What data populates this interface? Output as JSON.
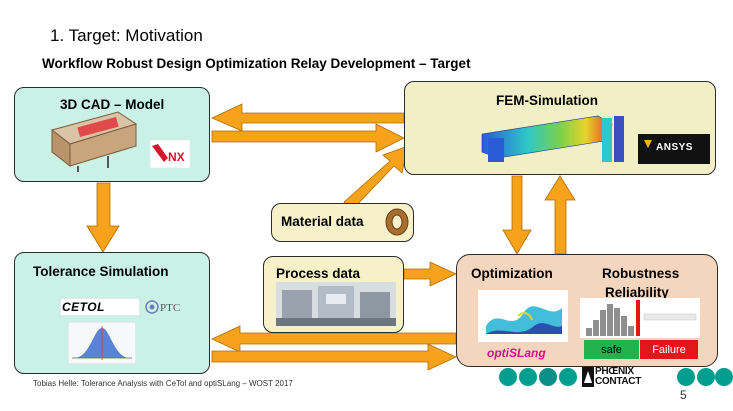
{
  "slide": {
    "title": "1. Target: Motivation",
    "subtitle": "Workflow Robust Design Optimization Relay Development – Target",
    "footer": "Tobias Helle: Tolerance Analysis with CeTol and optiSLang – WOST 2017",
    "page_number": "5"
  },
  "boxes": {
    "cad": "3D CAD – Model",
    "tolerance": "Tolerance Simulation",
    "fem": "FEM-Simulation",
    "material": "Material data",
    "process": "Process data",
    "optimization": "Optimization",
    "robustness": "Robustness",
    "reliability": "Reliability"
  },
  "badges": {
    "safe": "safe",
    "failure": "Failure"
  },
  "logos": {
    "nx": "NX",
    "ansys": "ANSYS",
    "cetol": "CETOL",
    "ptc": "PTC",
    "optislang": "optiSLang",
    "phoenix_line1": "PHŒNIX",
    "phoenix_line2": "CONTACT"
  },
  "colors": {
    "arrow": "#f7a21b",
    "cad_box": "#c9f1e6",
    "fem_box": "#f2efc6",
    "opt_box": "#f4d5bd",
    "safe": "#22b14c",
    "failure": "#e4161b",
    "dots": "#009e8e"
  }
}
